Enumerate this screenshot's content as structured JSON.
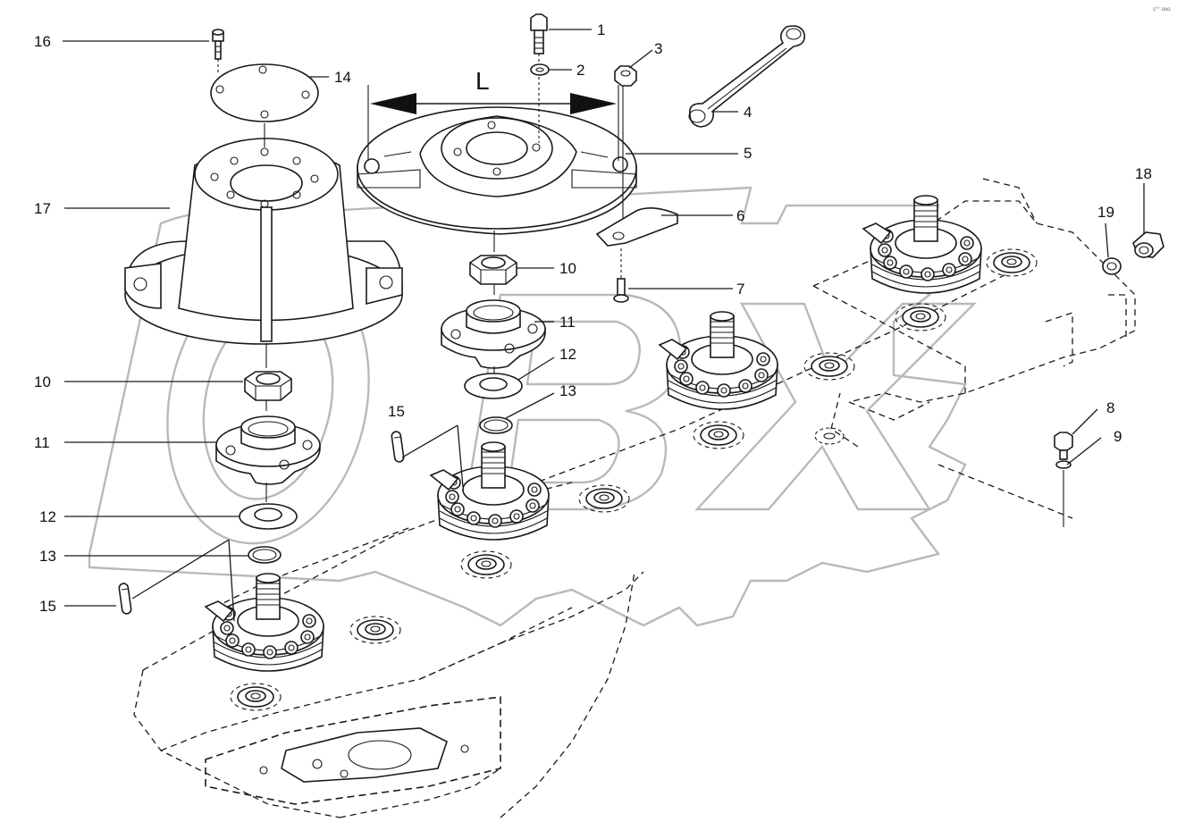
{
  "diagram": {
    "callouts": [
      {
        "id": "c1",
        "text": "1"
      },
      {
        "id": "c2",
        "text": "2"
      },
      {
        "id": "c3",
        "text": "3"
      },
      {
        "id": "c4",
        "text": "4"
      },
      {
        "id": "c5",
        "text": "5"
      },
      {
        "id": "c6",
        "text": "6"
      },
      {
        "id": "c7",
        "text": "7"
      },
      {
        "id": "c8",
        "text": "8"
      },
      {
        "id": "c9",
        "text": "9"
      },
      {
        "id": "c10a",
        "text": "10"
      },
      {
        "id": "c10b",
        "text": "10"
      },
      {
        "id": "c11a",
        "text": "11"
      },
      {
        "id": "c11b",
        "text": "11"
      },
      {
        "id": "c12a",
        "text": "12"
      },
      {
        "id": "c12b",
        "text": "12"
      },
      {
        "id": "c13a",
        "text": "13"
      },
      {
        "id": "c13b",
        "text": "13"
      },
      {
        "id": "c14",
        "text": "14"
      },
      {
        "id": "c15a",
        "text": "15"
      },
      {
        "id": "c15b",
        "text": "15"
      },
      {
        "id": "c16",
        "text": "16"
      },
      {
        "id": "c17",
        "text": "17"
      },
      {
        "id": "c18",
        "text": "18"
      },
      {
        "id": "c19",
        "text": "19"
      }
    ],
    "dimension_label": "L",
    "corner_mark": "s°° ooo",
    "watermark_text": "OBK"
  }
}
